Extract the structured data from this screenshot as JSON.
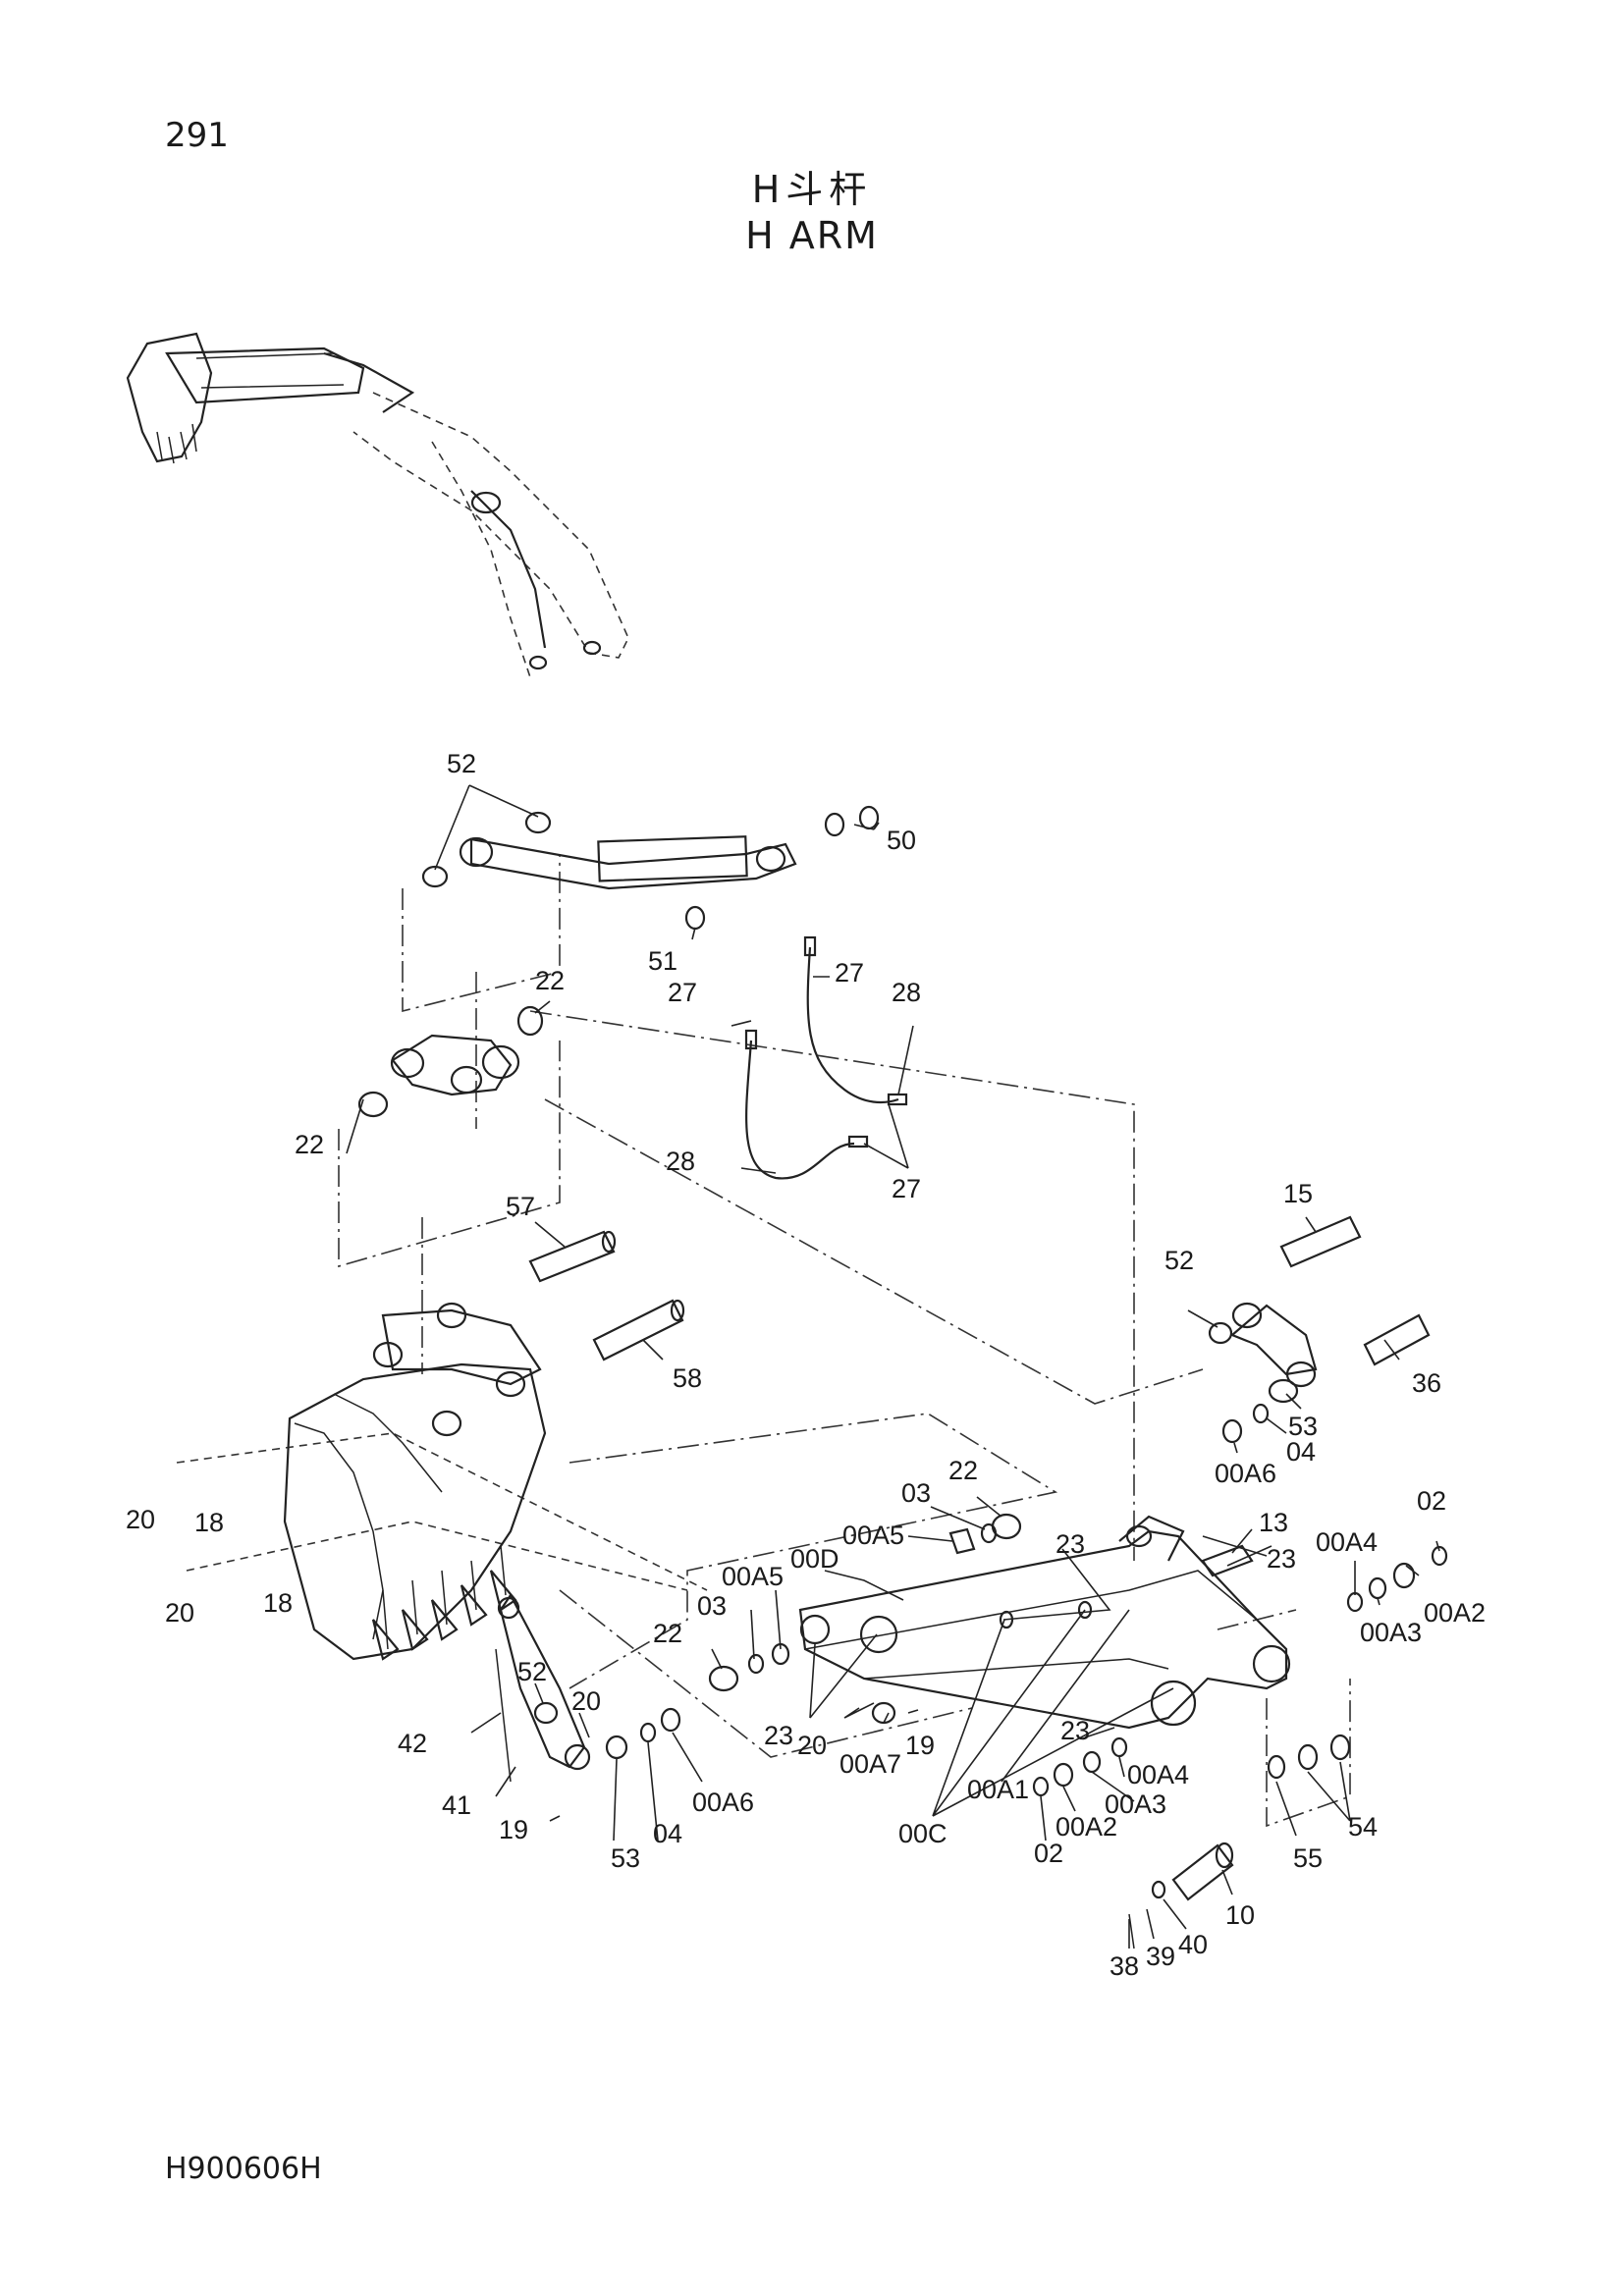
{
  "header": {
    "page_number": "291",
    "title_cn": "H斗杆",
    "title_en": "H ARM"
  },
  "footer": {
    "doc_code": "H900606H"
  },
  "callouts": [
    "52",
    "50",
    "51",
    "22",
    "27",
    "28",
    "27",
    "28",
    "27",
    "22",
    "57",
    "58",
    "15",
    "52",
    "36",
    "53",
    "04",
    "00A6",
    "20",
    "18",
    "20",
    "18",
    "03",
    "22",
    "00A5",
    "00D",
    "23",
    "13",
    "02",
    "00A4",
    "23",
    "00A2",
    "00A3",
    "00A5",
    "03",
    "22",
    "52",
    "20",
    "23",
    "42",
    "20",
    "19",
    "00A7",
    "41",
    "19",
    "53",
    "04",
    "00A6",
    "00C",
    "00A1",
    "23",
    "00A4",
    "00A3",
    "00A2",
    "02",
    "54",
    "55",
    "10",
    "40",
    "39",
    "38"
  ]
}
